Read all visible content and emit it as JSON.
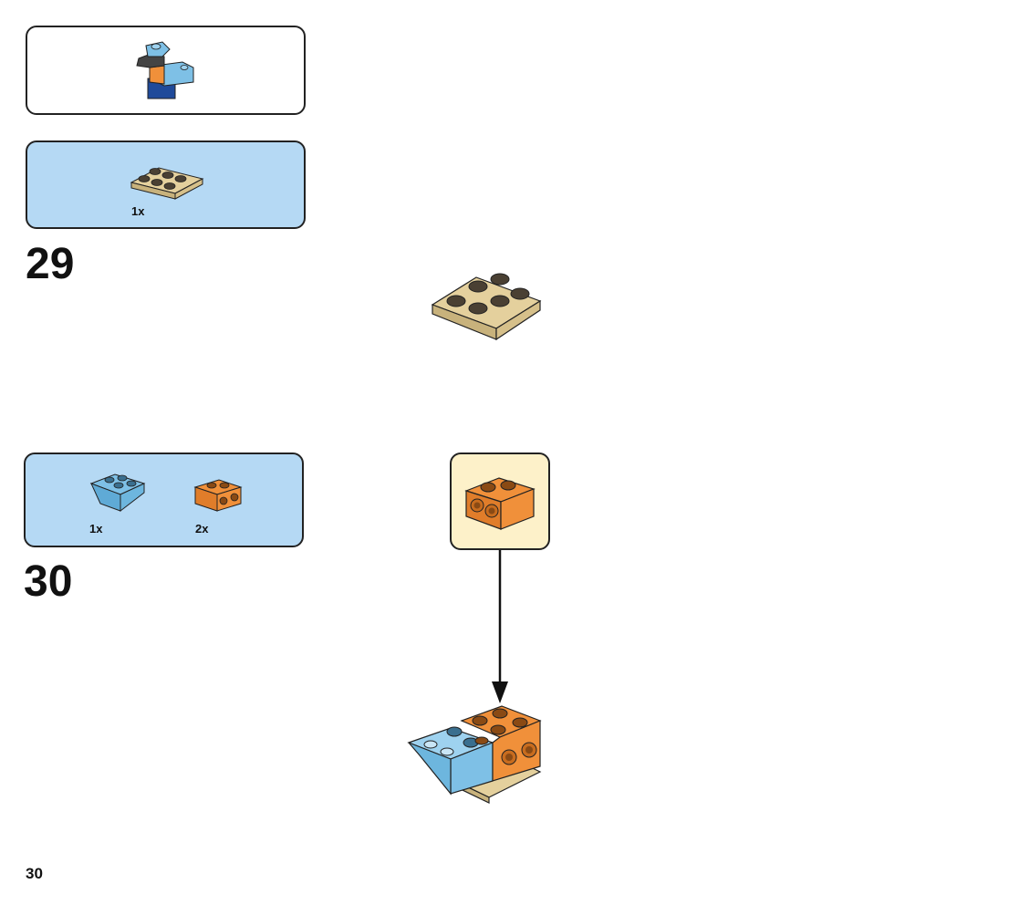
{
  "steps": [
    {
      "number": "29",
      "parts": [
        {
          "name": "tan-2x3-plate",
          "qty": "1x"
        }
      ]
    },
    {
      "number": "30",
      "parts": [
        {
          "name": "blue-inverted-slope-brick",
          "qty": "1x"
        },
        {
          "name": "orange-1x2-brick-with-side-studs",
          "qty": "2x"
        }
      ]
    }
  ],
  "page_number": "30",
  "colors": {
    "parts_box_bg": "#b5d9f4",
    "callout_bg": "#fdf1c9",
    "tan": "#e4d09d",
    "orange": "#f0903a",
    "light_blue": "#7ec0e6",
    "dark_blue": "#1f4a9a"
  }
}
